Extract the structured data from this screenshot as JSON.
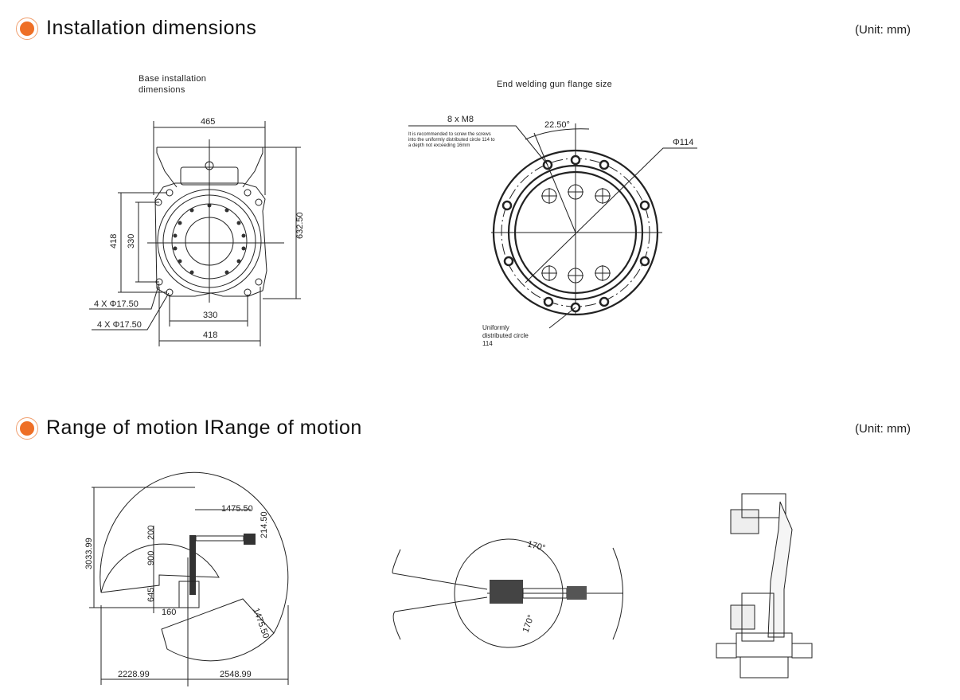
{
  "sections": [
    {
      "title": "Installation dimensions",
      "unit": "(Unit: mm)"
    },
    {
      "title": "Range of motion IRange of motion",
      "unit": "(Unit: mm)"
    }
  ],
  "colors": {
    "accent": "#ee6f26"
  },
  "base_drawing": {
    "caption": "Base installation dimensions",
    "dims": {
      "top_width": "465",
      "height": "632.50",
      "left_outer": "418",
      "left_inner": "330",
      "bottom_inner": "330",
      "bottom_outer": "418",
      "hole_a": "4 X Φ17.50",
      "hole_b": "4 X Φ17.50"
    }
  },
  "flange_drawing": {
    "caption": "End welding gun flange size",
    "screw_spec": "8 x M8",
    "screw_note": [
      "It is recommended to screw the screws",
      "into the uniformly distributed circle 114 to",
      "a depth not exceeding 16mm"
    ],
    "angle": "22.50°",
    "diameter": "Φ114",
    "circle_note": [
      "Uniformly",
      "distributed circle",
      "114"
    ]
  },
  "motion_side": {
    "dims": {
      "height": "3033.99",
      "reach_top": "1475.50",
      "wrist": "214.50",
      "d200": "200",
      "d900": "900",
      "d645": "645",
      "d160": "160",
      "d1475": "1475.50",
      "left": "2228.99",
      "right": "2548.99"
    }
  },
  "motion_top": {
    "angle_upper": "170°",
    "angle_lower": "170°"
  }
}
